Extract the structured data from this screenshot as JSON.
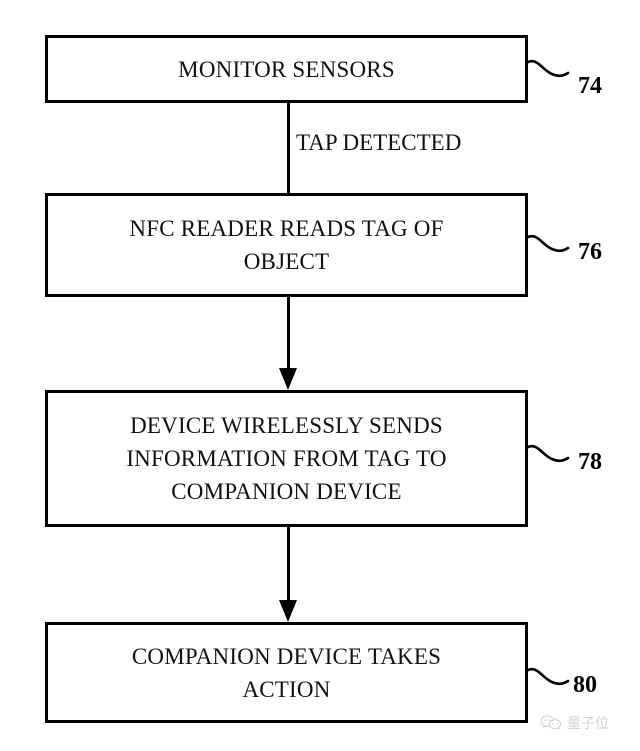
{
  "diagram": {
    "type": "flowchart",
    "title": "",
    "orientation": "top-to-bottom",
    "nodes": [
      {
        "id": "74",
        "ref": "74",
        "label": "MONITOR SENSORS",
        "shape": "rectangle"
      },
      {
        "id": "76",
        "ref": "76",
        "label": "NFC READER READS TAG OF\nOBJECT",
        "shape": "rectangle"
      },
      {
        "id": "78",
        "ref": "78",
        "label": "DEVICE WIRELESSLY SENDS\nINFORMATION FROM TAG TO\nCOMPANION DEVICE",
        "shape": "rectangle"
      },
      {
        "id": "80",
        "ref": "80",
        "label": "COMPANION DEVICE TAKES\nACTION",
        "shape": "rectangle"
      }
    ],
    "edges": [
      {
        "from": "74",
        "to": "76",
        "label": "TAP DETECTED",
        "arrowhead": false
      },
      {
        "from": "76",
        "to": "78",
        "label": "",
        "arrowhead": true
      },
      {
        "from": "78",
        "to": "80",
        "label": "",
        "arrowhead": true
      }
    ],
    "colors": {
      "line": "#000000",
      "text": "#111111",
      "background": "#ffffff",
      "watermark": "#9a9a9a"
    }
  },
  "watermark": {
    "text": "量子位",
    "icon": "wechat-logo-icon"
  }
}
